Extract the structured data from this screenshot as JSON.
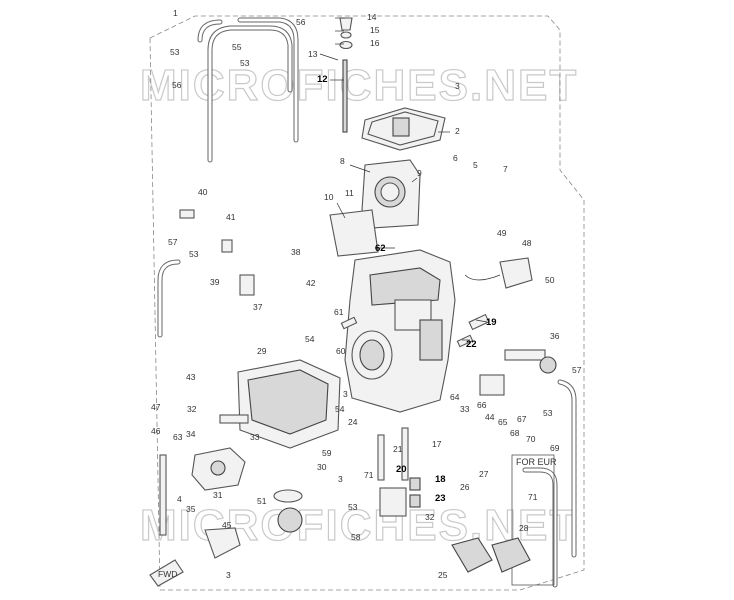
{
  "diagram": {
    "watermark_text": "MICROFICHES.NET",
    "region_label": "FOR EUR",
    "direction_label": "FWD",
    "callouts": {
      "c1": "1",
      "c2": "2",
      "c3a": "3",
      "c3b": "3",
      "c3c": "3",
      "c3d": "3",
      "c4": "4",
      "c5": "5",
      "c6": "6",
      "c7": "7",
      "c8": "8",
      "c9": "9",
      "c10": "10",
      "c11": "11",
      "c12": "12",
      "c13": "13",
      "c14": "14",
      "c15": "15",
      "c16": "16",
      "c17": "17",
      "c18": "18",
      "c19": "19",
      "c20": "20",
      "c21": "21",
      "c22": "22",
      "c23": "23",
      "c24": "24",
      "c25": "25",
      "c26": "26",
      "c27": "27",
      "c28": "28",
      "c29": "29",
      "c30": "30",
      "c31": "31",
      "c32a": "32",
      "c32b": "32",
      "c33a": "33",
      "c33b": "33",
      "c34": "34",
      "c35": "35",
      "c36": "36",
      "c37": "37",
      "c38": "38",
      "c39": "39",
      "c40": "40",
      "c41": "41",
      "c42": "42",
      "c43": "43",
      "c44": "44",
      "c45": "45",
      "c46": "46",
      "c47": "47",
      "c48": "48",
      "c49": "49",
      "c50": "50",
      "c51": "51",
      "c53a": "53",
      "c53b": "53",
      "c53c": "53",
      "c53d": "53",
      "c53e": "53",
      "c54a": "54",
      "c54b": "54",
      "c55": "55",
      "c56a": "56",
      "c56b": "56",
      "c57a": "57",
      "c57b": "57",
      "c58": "58",
      "c59": "59",
      "c60": "60",
      "c61": "61",
      "c62": "62",
      "c63": "63",
      "c64": "64",
      "c65": "65",
      "c66": "66",
      "c67": "67",
      "c68": "68",
      "c69": "69",
      "c70": "70",
      "c71a": "71",
      "c71b": "71"
    }
  }
}
